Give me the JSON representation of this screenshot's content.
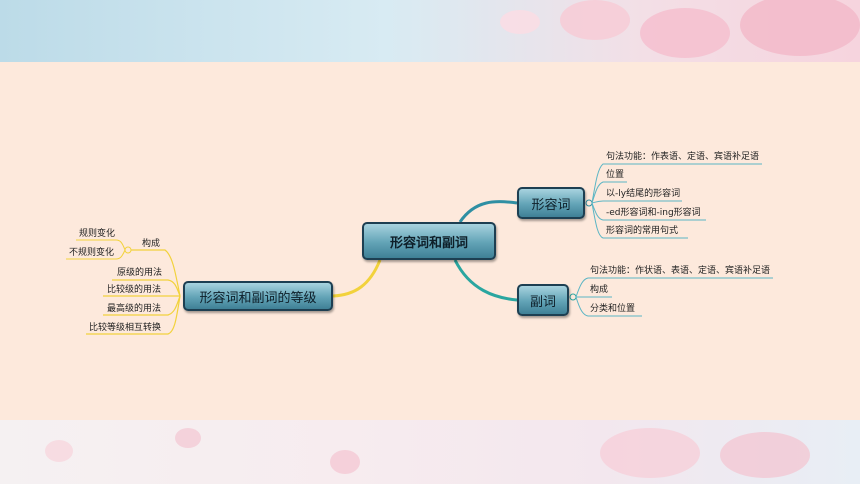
{
  "mindmap": {
    "central": "形容词和副词",
    "adjective": {
      "label": "形容词",
      "children": [
        "句法功能：作表语、定语、宾语补足语",
        "位置",
        "以-ly结尾的形容词",
        "-ed形容词和-ing形容词",
        "形容词的常用句式"
      ]
    },
    "adverb": {
      "label": "副词",
      "children": [
        "句法功能：作状语、表语、定语、宾语补足语",
        "构成",
        "分类和位置"
      ]
    },
    "degrees": {
      "label": "形容词和副词的等级",
      "formation": {
        "label": "构成",
        "children": [
          "规则变化",
          "不规则变化"
        ]
      },
      "children": [
        "原级的用法",
        "比较级的用法",
        "最高级的用法",
        "比较等级相互转换"
      ]
    }
  },
  "colors": {
    "node_fill": "#62a3b6",
    "node_border": "#1d3f52",
    "link_adjective": "#2f8fa3",
    "link_adverb": "#2aa6a0",
    "link_degrees": "#f2d23c",
    "panel_bg": "#fde9dc"
  }
}
